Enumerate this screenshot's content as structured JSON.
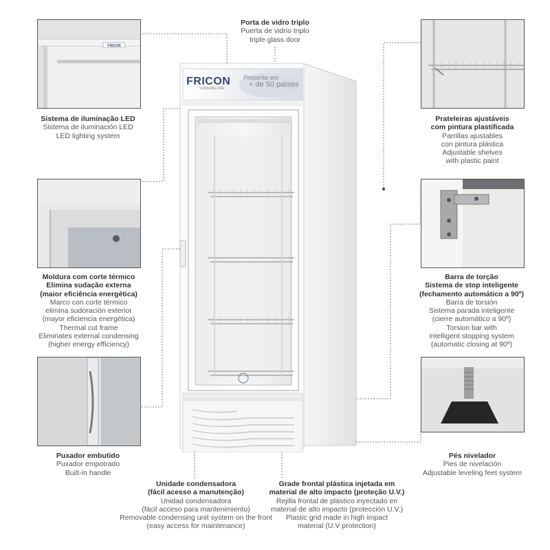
{
  "brand": {
    "name": "FRICON",
    "tagline": "COOLING LIFE",
    "badge_line1": "Presente em",
    "badge_line2": "+ de 50 países"
  },
  "callouts": {
    "glass_door": {
      "bold": [
        "Porta de vidro triplo"
      ],
      "lines": [
        "Puerta de vidrio triplo",
        "triple glass door"
      ]
    },
    "led": {
      "bold": [
        "Sistema de iluminação LED"
      ],
      "lines": [
        "Sistema de iluminación LED",
        "LED lighting system"
      ]
    },
    "shelves": {
      "bold": [
        "Prateleiras ajustáveis",
        "com pintura plastificada"
      ],
      "lines": [
        "Parrillas ajustables",
        "con pintura plástica",
        "Adjustable shelves",
        "with plastic paint"
      ]
    },
    "frame": {
      "bold": [
        "Moldura com corte térmico",
        "Elimina sudação externa",
        "(maior eficiência energética)"
      ],
      "lines": [
        "Marco con corte térmico",
        "elimina sudoración exterior",
        "(mayor eficiencia energética)",
        "Thermal cut frame",
        "Eliminates external condensing",
        "(higher energy efficiency)"
      ]
    },
    "torsion": {
      "bold": [
        "Barra de torção",
        "Sistema de stop inteligente",
        "(fechamento automático a 90º)"
      ],
      "lines": [
        "Barra de torsión",
        "Sistema parada inteligente",
        "(cierre automático a 90º)",
        "Torsion bar with",
        "intelligent stopping system",
        "(automatic closing at 90º)"
      ]
    },
    "handle": {
      "bold": [
        "Puxador embutido"
      ],
      "lines": [
        "Puxador empotrado",
        "Built-in handle"
      ]
    },
    "feet": {
      "bold": [
        "Pés nivelador"
      ],
      "lines": [
        "Pies de nivelación",
        "Adjustable leveling feet system"
      ]
    },
    "condenser": {
      "bold": [
        "Unidade condensadora",
        "(fácil acesso a manutenção)"
      ],
      "lines": [
        "Unidad condensadora",
        "(fácil acceso para mantenimiento)",
        "Removable condensing unit system on the front",
        "(easy access for maintenance)"
      ]
    },
    "grid": {
      "bold": [
        "Grade frontal plástica injetada em",
        "material de alto impacto (proteção U.V.)"
      ],
      "lines": [
        "Rejilla frontal de plástico inyectado en",
        "material de alto impacto (protección U.V.)",
        "Plastic grid made in high impact",
        "material (U.V protection)"
      ]
    }
  }
}
